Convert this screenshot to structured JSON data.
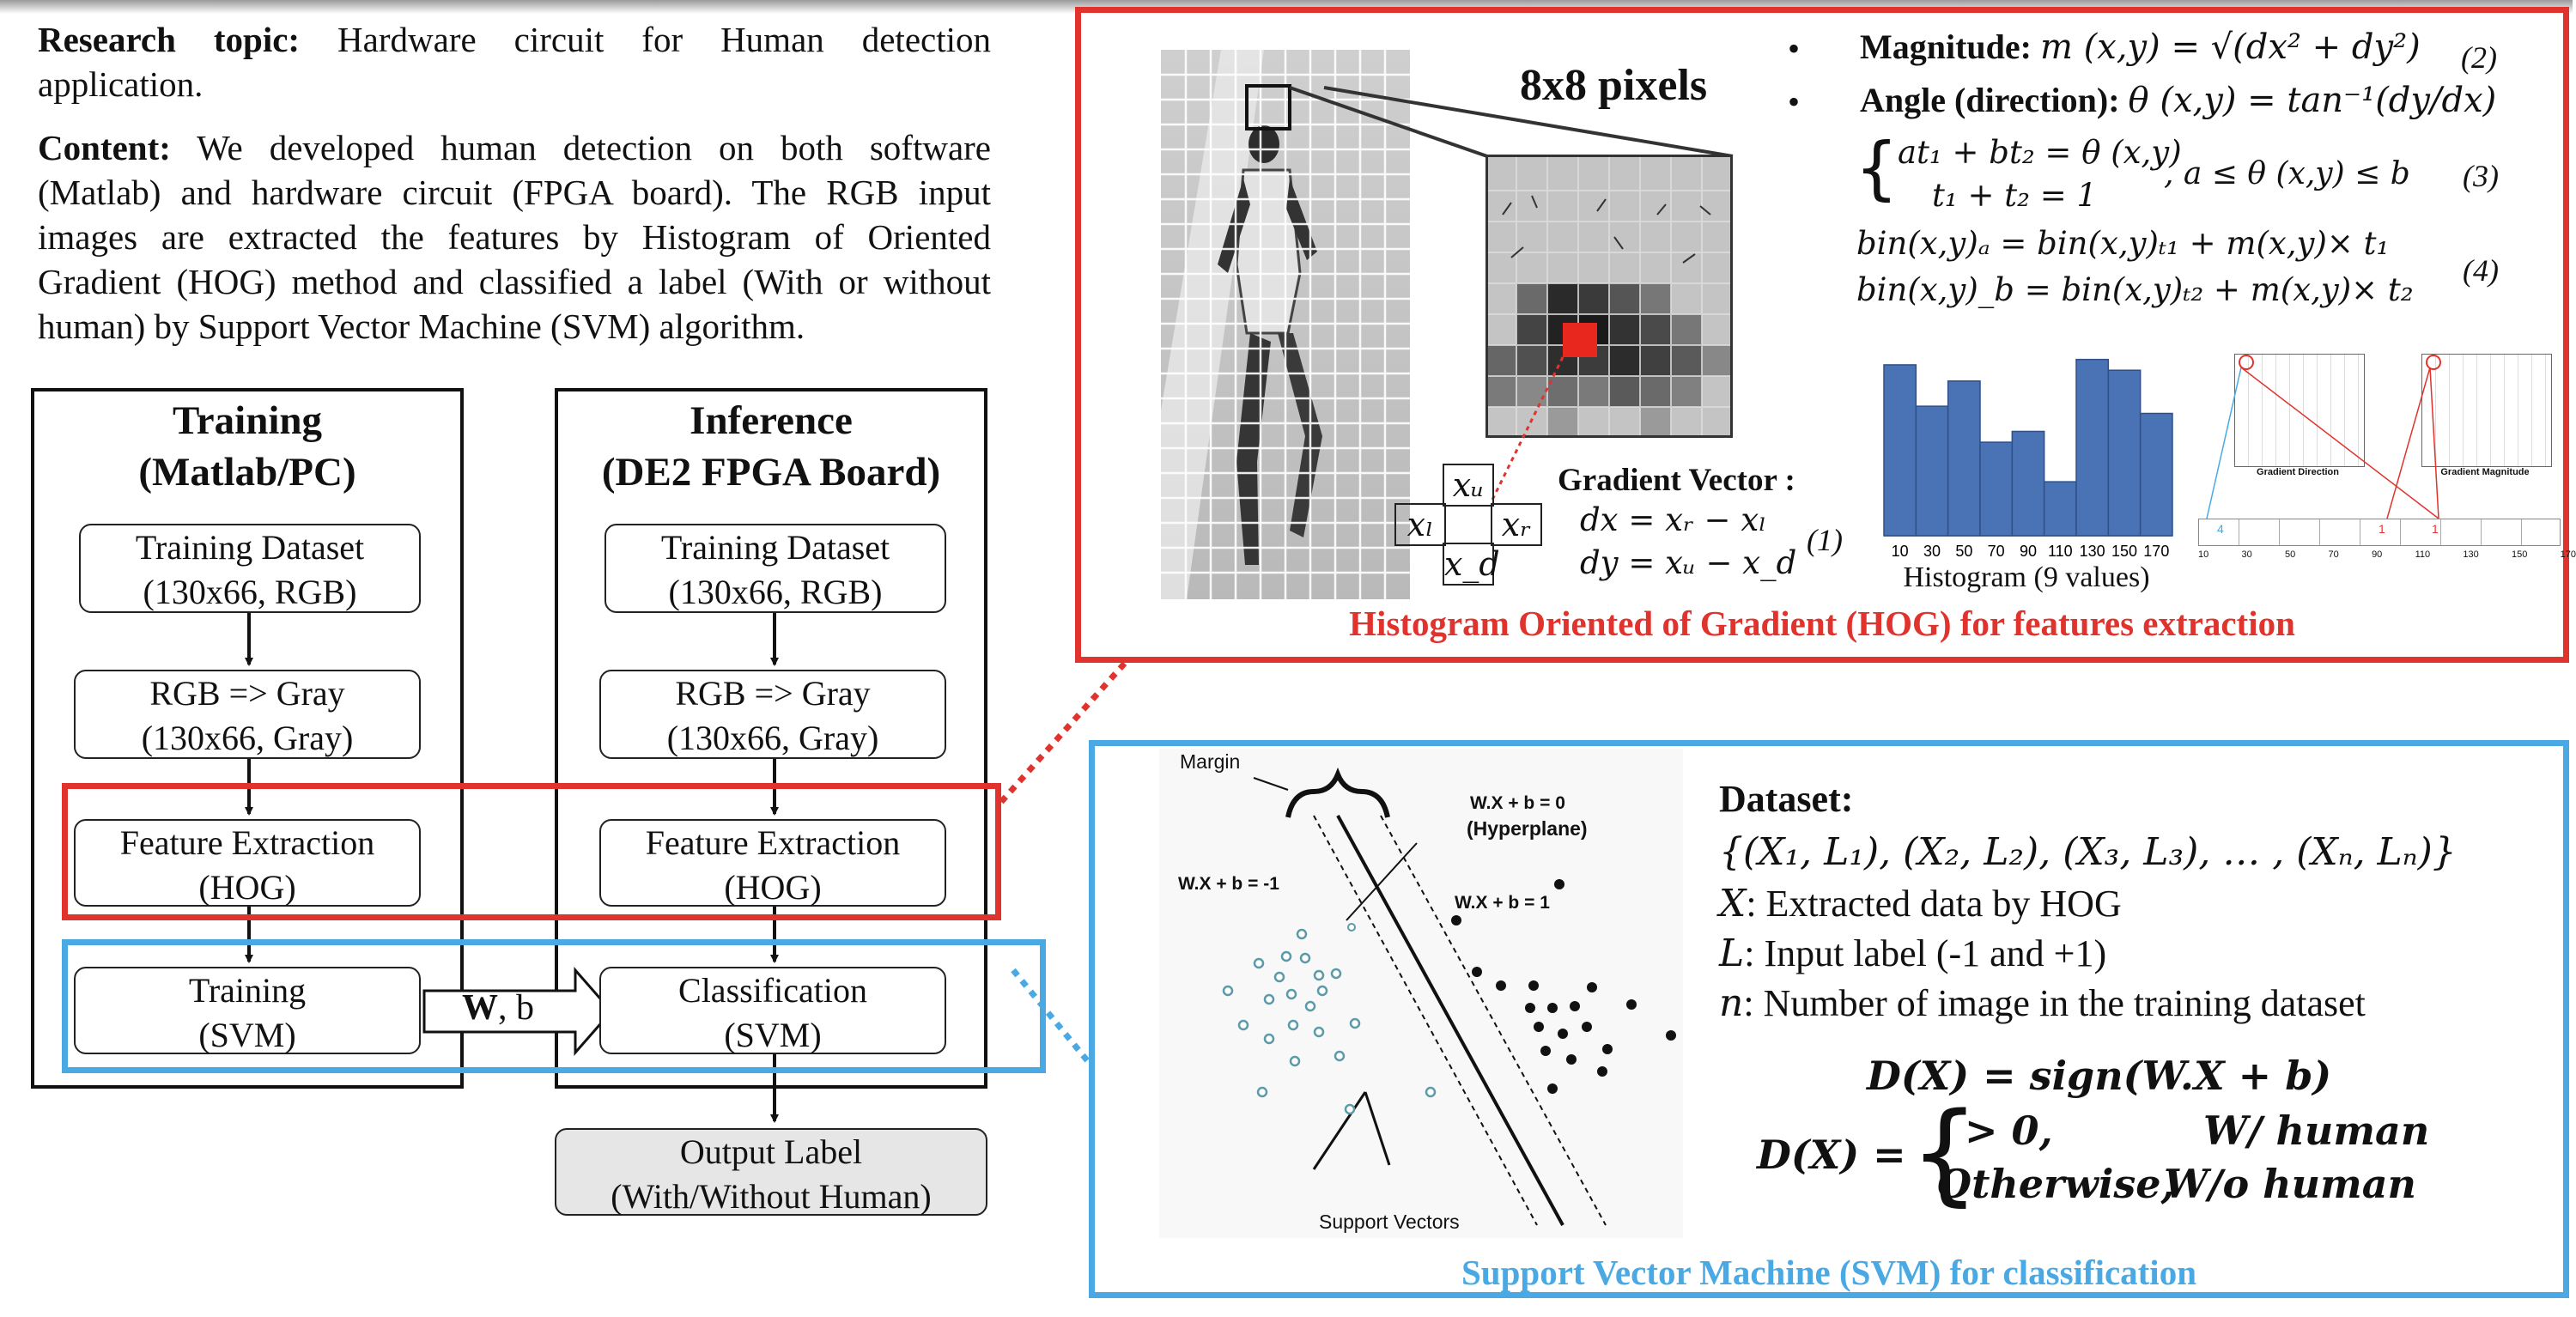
{
  "intro": {
    "topic_label": "Research topic:",
    "topic_text": "Hardware circuit for Human detection application.",
    "content_label": "Content:",
    "content_text": "We developed human detection on both software (Matlab) and hardware circuit (FPGA board). The RGB input images are extracted the features by Histogram of Oriented Gradient (HOG) method and classified a label (With or without human) by Support Vector Machine (SVM) algorithm."
  },
  "training": {
    "title_line1": "Training",
    "title_line2": "(Matlab/PC)",
    "steps": [
      {
        "line1": "Training Dataset",
        "line2": "(130x66, RGB)"
      },
      {
        "line1": "RGB => Gray",
        "line2": "(130x66, Gray)"
      },
      {
        "line1": "Feature Extraction",
        "line2": "(HOG)"
      },
      {
        "line1": "Training",
        "line2": "(SVM)"
      }
    ]
  },
  "inference": {
    "title_line1": "Inference",
    "title_line2": "(DE2 FPGA Board)",
    "steps": [
      {
        "line1": "Training Dataset",
        "line2": "(130x66, RGB)"
      },
      {
        "line1": "RGB => Gray",
        "line2": "(130x66, Gray)"
      },
      {
        "line1": "Feature Extraction",
        "line2": "(HOG)"
      },
      {
        "line1": "Classification",
        "line2": "(SVM)"
      }
    ],
    "output": {
      "line1": "Output Label",
      "line2": "(With/Without Human)"
    }
  },
  "transfer_arrow": {
    "bold": "W",
    "rest": ", b"
  },
  "hog": {
    "caption": "Histogram Oriented of Gradient (HOG) for features extraction",
    "cell_label": "8x8 pixels",
    "gradient_title": "Gradient Vector :",
    "dx_eq": "dx = xᵣ − xₗ",
    "dy_eq": "dy = xᵤ − x_d",
    "eq1_num": "(1)",
    "neighbors": {
      "up": "xᵤ",
      "left": "xₗ",
      "right": "xᵣ",
      "down": "x_d"
    },
    "magnitude_label": "Magnitude:",
    "magnitude_eq": "m (x,y) = √(dx² + dy²)",
    "eq2_num": "(2)",
    "angle_label": "Angle (direction):",
    "angle_eq": "θ (x,y) = tan⁻¹(dy/dx)",
    "sys_line1": "at₁ + bt₂ = θ (x,y)",
    "sys_line2": "t₁ + t₂ = 1",
    "sys_cond": ", a ≤ θ (x,y) ≤ b",
    "eq3_num": "(3)",
    "bin_a": "bin(x,y)ₐ = bin(x,y)ₜ₁ + m(x,y)× t₁",
    "bin_b": "bin(x,y)_b = bin(x,y)ₜ₂ + m(x,y)× t₂",
    "eq4_num": "(4)",
    "histogram_caption": "Histogram (9 values)",
    "direction_table_label": "Gradient Direction",
    "magnitude_table_label": "Gradient Magnitude",
    "strip_ticks": [
      "10",
      "30",
      "50",
      "70",
      "90",
      "110",
      "130",
      "150",
      "170"
    ],
    "strip_marks": [
      "4",
      "1",
      "1"
    ]
  },
  "chart_data": {
    "type": "bar",
    "categories": [
      "10",
      "30",
      "50",
      "70",
      "90",
      "110",
      "130",
      "150",
      "170"
    ],
    "values": [
      9.5,
      7.2,
      8.6,
      5.2,
      5.8,
      3.0,
      9.8,
      9.2,
      6.8
    ],
    "title": "",
    "xlabel": "Histogram (9 values)",
    "ylabel": "",
    "ylim": [
      0,
      10.5
    ],
    "grid": false,
    "bar_color": "#4a73b5"
  },
  "svm": {
    "caption": "Support Vector Machine (SVM) for classification",
    "margin_label": "Margin",
    "hyperplane_eq": "W.X + b = 0",
    "hyperplane_label": "(Hyperplane)",
    "neg_eq": "W.X + b = -1",
    "pos_eq": "W.X + b = 1",
    "support_vectors_label": "Support Vectors",
    "dataset_title": "Dataset:",
    "dataset_set": "{(X₁, L₁), (X₂, L₂), (X₃, L₃), … , (Xₙ, Lₙ)}",
    "x_label": "X",
    "x_desc": ": Extracted data by HOG",
    "l_label": "L",
    "l_desc": ": Input label (-1 and +1)",
    "n_label": "n",
    "n_desc": ": Number of image in the training dataset",
    "decision_eq": "D(X) = sign(W.X + b)",
    "cases_lhs": "D(X) =",
    "case1_cond": "> 0,",
    "case1_val": "W/ human",
    "case2_cond": "Otherwise,",
    "case2_val": "W/o human"
  },
  "colors": {
    "red": "#e0332d",
    "blue": "#4aa9e3",
    "bar": "#4a73b5"
  }
}
